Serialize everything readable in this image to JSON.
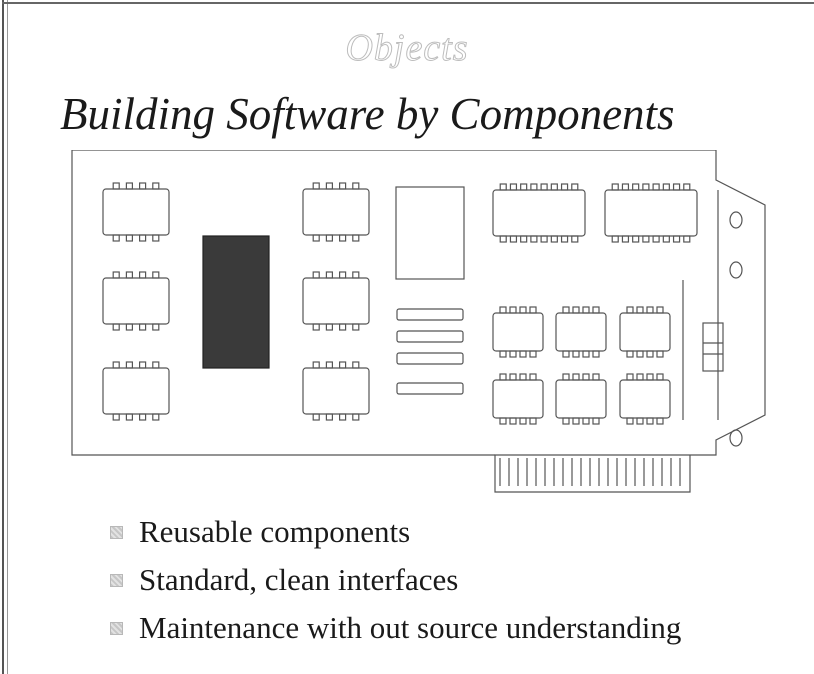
{
  "slide": {
    "kicker": "Objects",
    "title": "Building Software by Components",
    "illustration": "circuit-board-icon",
    "bullet_icon": "square-bullet-icon",
    "bullets": [
      {
        "text": "Reusable components"
      },
      {
        "text": "Standard, clean interfaces"
      },
      {
        "text": "Maintenance with out source understanding"
      }
    ]
  },
  "colors": {
    "text": "#1a1a1a",
    "chip_stroke": "#555555",
    "dark_chip": "#3a3a3a",
    "bullet": "#d2d2d2"
  }
}
